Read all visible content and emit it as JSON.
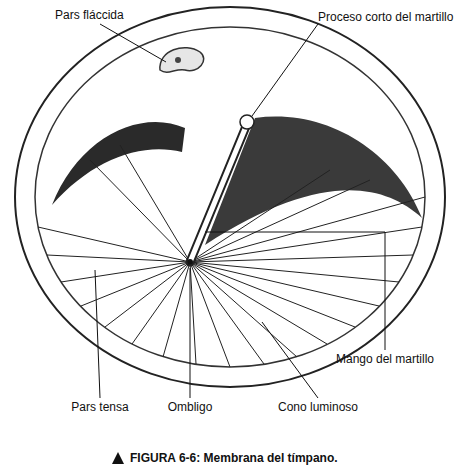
{
  "diagram": {
    "caption": "FIGURA 6-6: Membrana del tímpano.",
    "labels": [
      "Pars fláccida",
      "Proceso corto del martillo",
      "Mango del martillo",
      "Pars tensa",
      "Ombligo",
      "Cono luminoso"
    ]
  }
}
